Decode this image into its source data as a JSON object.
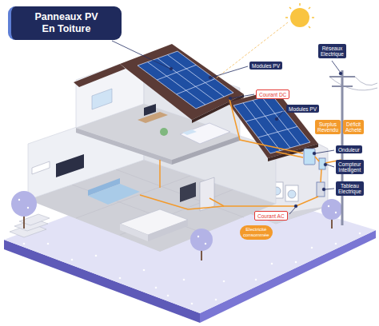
{
  "diagram": {
    "nodes": [
      {
        "text": [
          "Panneaux PV En Toiture"
        ]
      },
      {
        "text": [
          "Réseaux Electrique"
        ]
      },
      {
        "text": [
          "Modules PV"
        ]
      },
      {
        "text": [
          "Courant DC"
        ]
      },
      {
        "text": [
          "Modules PV"
        ]
      },
      {
        "text": [
          "Surplus Revendu"
        ]
      },
      {
        "text": [
          "Déficit Acheté"
        ]
      },
      {
        "text": [
          "Onduleur"
        ]
      },
      {
        "text": [
          "Compteur Intelligent"
        ]
      },
      {
        "text": [
          "Tableau Electrique"
        ]
      },
      {
        "text": [
          "Courant AC"
        ]
      },
      {
        "text": [
          "Electricité consommée"
        ]
      }
    ]
  }
}
